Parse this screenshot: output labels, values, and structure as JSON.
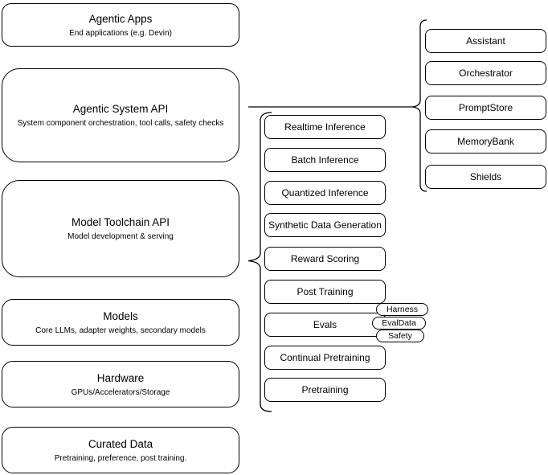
{
  "diagram": {
    "left_column": [
      {
        "title": "Agentic Apps",
        "subtitle": "End applications (e.g. Devin)"
      },
      {
        "title": "Agentic System API",
        "subtitle": "System component orchestration, tool calls, safety checks"
      },
      {
        "title": "Model Toolchain API",
        "subtitle": "Model development & serving"
      },
      {
        "title": "Models",
        "subtitle": "Core LLMs, adapter weights, secondary models"
      },
      {
        "title": "Hardware",
        "subtitle": "GPUs/Accelerators/Storage"
      },
      {
        "title": "Curated Data",
        "subtitle": "Pretraining, preference, post training."
      }
    ],
    "toolchain_components": [
      "Realtime Inference",
      "Batch Inference",
      "Quantized Inference",
      "Synthetic Data Generation",
      "Reward Scoring",
      "Post Training",
      "Evals",
      "Continual Pretraining",
      "Pretraining"
    ],
    "evals_sub_components": [
      "Harness",
      "EvalData",
      "Safety"
    ],
    "system_components": [
      "Assistant",
      "Orchestrator",
      "PromptStore",
      "MemoryBank",
      "Shields"
    ],
    "colors": {
      "stroke": "#000000",
      "background": "#ffffff",
      "text": "#000000"
    }
  }
}
